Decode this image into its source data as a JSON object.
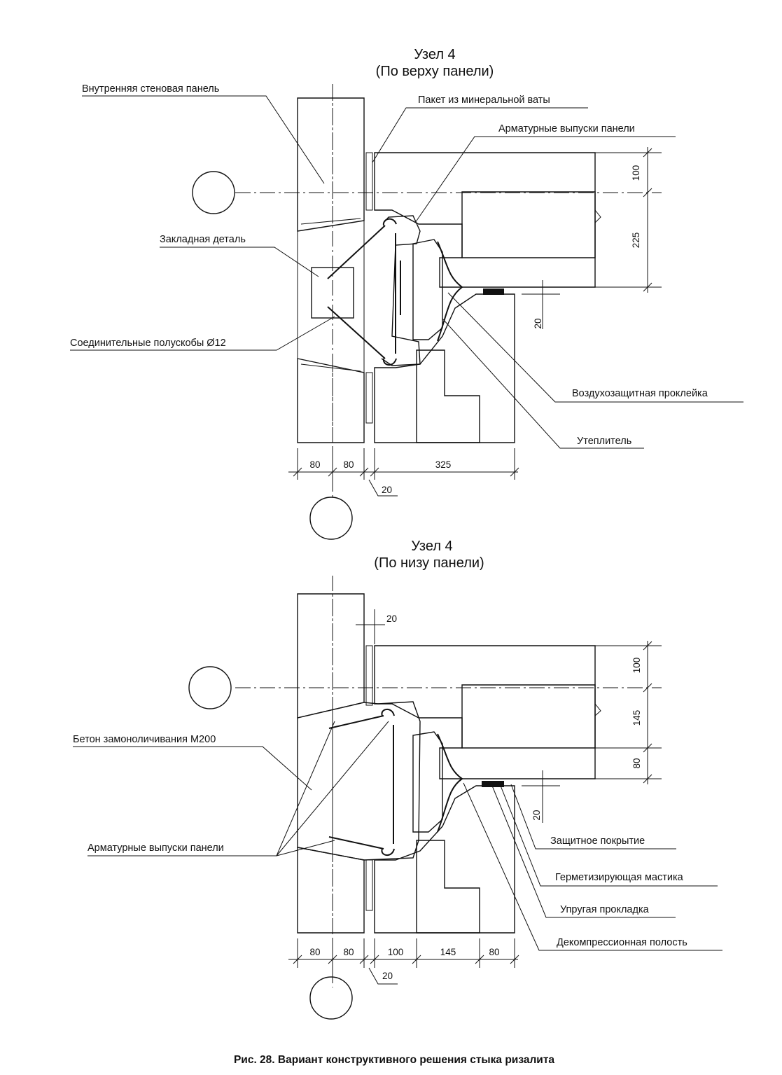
{
  "node_top": {
    "title": "Узел 4",
    "subtitle": "(По верху панели)",
    "labels": {
      "inner_wall_panel": "Внутренняя стеновая панель",
      "mineral_wool_pack": "Пакет из минеральной ваты",
      "panel_rebar_outlets": "Арматурные выпуски панели",
      "embedded_part": "Закладная деталь",
      "connecting_half_brackets": "Соединительные полускобы Ø12",
      "air_protective_tape": "Воздухозащитная проклейка",
      "insulation": "Утеплитель"
    },
    "dims": {
      "d100": "100",
      "d225": "225",
      "d20_vertical": "20",
      "d80_a": "80",
      "d80_b": "80",
      "d325": "325",
      "d20_gap": "20"
    }
  },
  "node_bottom": {
    "title": "Узел 4",
    "subtitle": "(По низу панели)",
    "labels": {
      "concrete_fill": "Бетон замоноличивания М200",
      "panel_rebar_outlets": "Арматурные выпуски панели",
      "protective_coating": "Защитное покрытие",
      "sealing_mastic": "Герметизирующая мастика",
      "elastic_gasket": "Упругая прокладка",
      "decompression_cavity": "Декомпрессионная полость"
    },
    "dims": {
      "d20_top": "20",
      "d100": "100",
      "d145": "145",
      "d80_right": "80",
      "d20_vertical": "20",
      "d80_a": "80",
      "d80_b": "80",
      "d100_h": "100",
      "d145_h": "145",
      "d80_h": "80",
      "d20_gap": "20"
    }
  },
  "caption": "Рис. 28.  Вариант конструктивного решения стыка ризалита"
}
